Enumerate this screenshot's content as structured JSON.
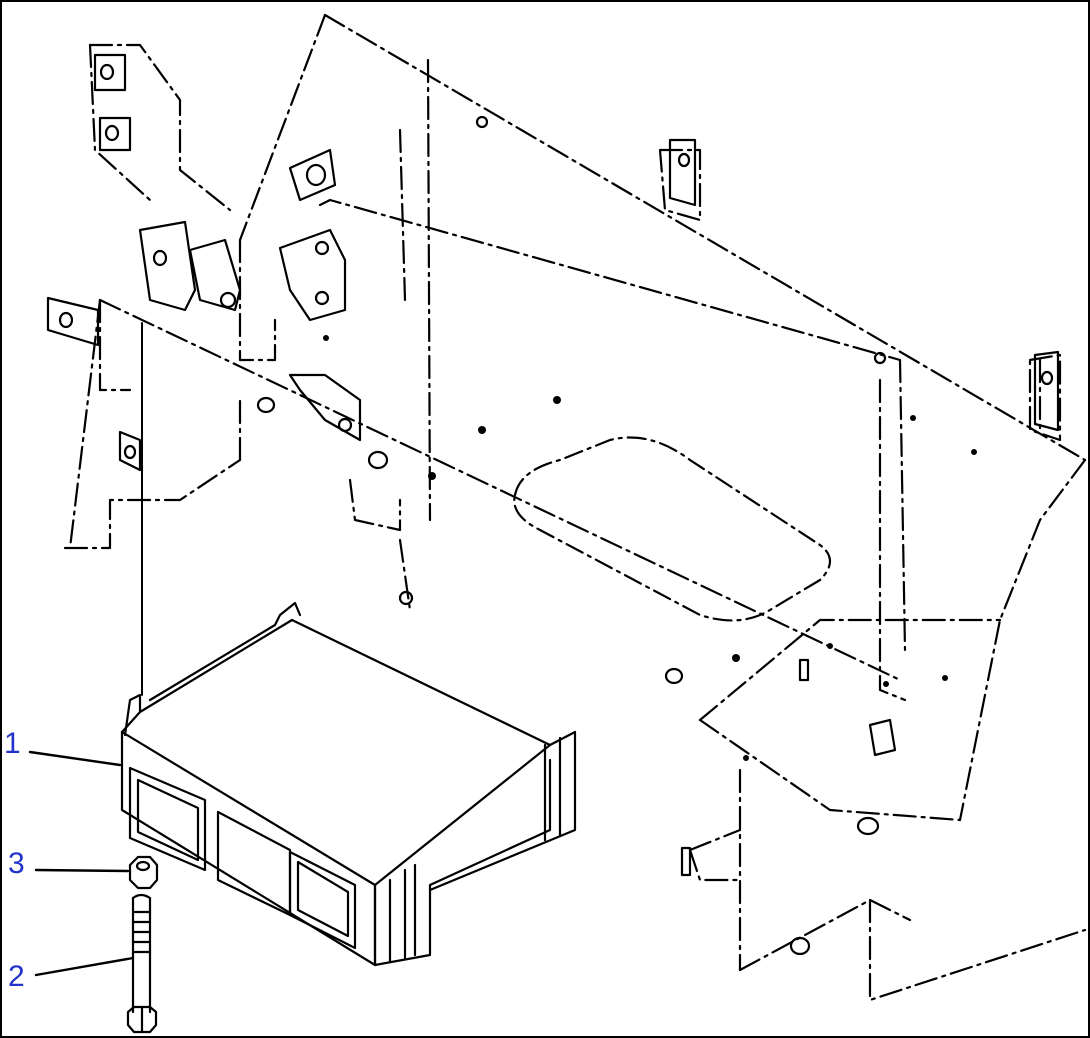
{
  "diagram": {
    "callouts": [
      {
        "id": "1",
        "label": "1"
      },
      {
        "id": "3",
        "label": "3"
      },
      {
        "id": "2",
        "label": "2"
      }
    ],
    "colors": {
      "callout_text": "#2233cc",
      "line": "#000000",
      "background": "#ffffff"
    }
  }
}
